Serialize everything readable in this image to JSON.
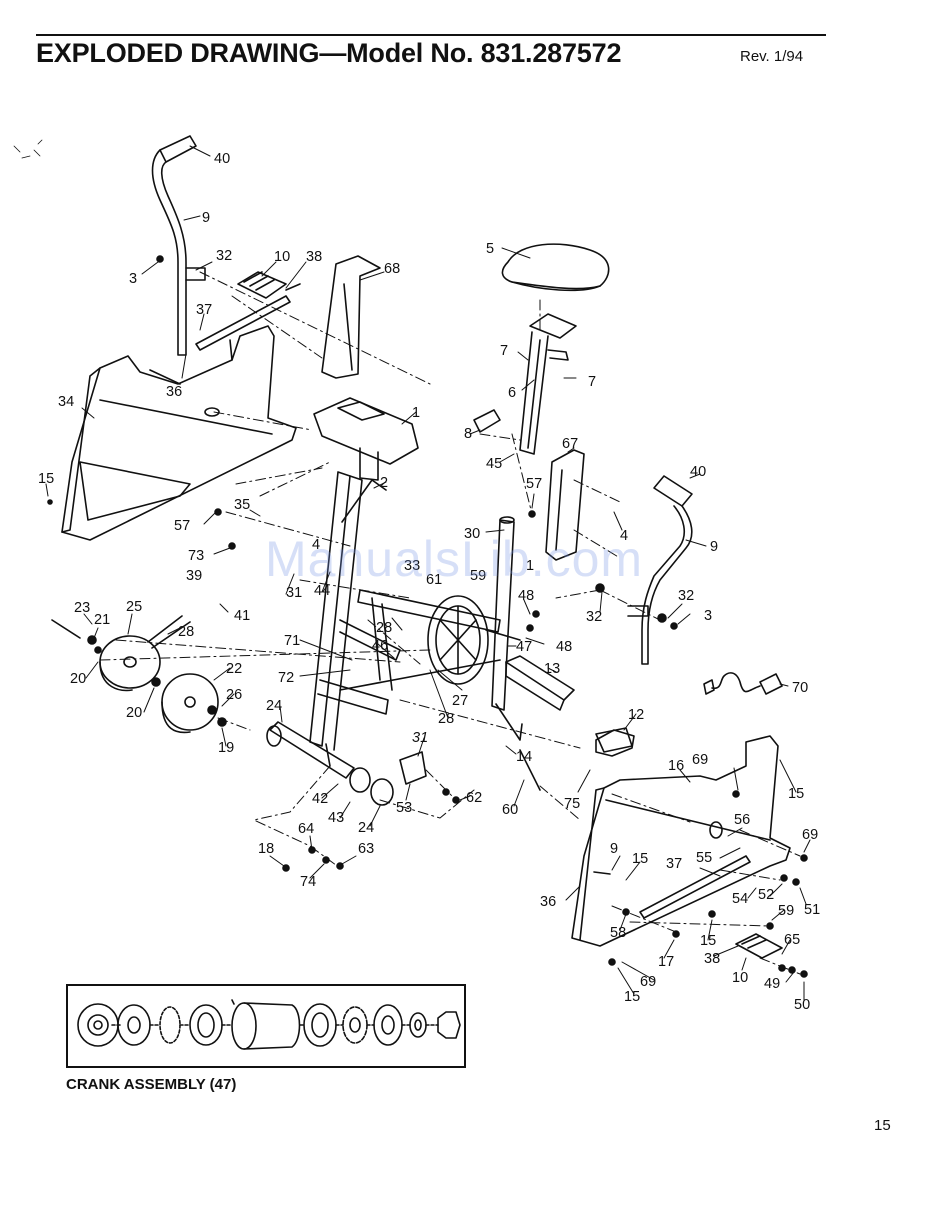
{
  "header": {
    "title": "EXPLODED DRAWING—Model No. 831.287572",
    "revision": "Rev. 1/94"
  },
  "watermark": "ManualsLib.com",
  "callouts": [
    {
      "id": "c40a",
      "text": "40"
    },
    {
      "id": "c9a",
      "text": "9"
    },
    {
      "id": "c32a",
      "text": "32"
    },
    {
      "id": "c10a",
      "text": "10"
    },
    {
      "id": "c38a",
      "text": "38"
    },
    {
      "id": "c3a",
      "text": "3"
    },
    {
      "id": "c37a",
      "text": "37"
    },
    {
      "id": "c36a",
      "text": "36"
    },
    {
      "id": "c34",
      "text": "34"
    },
    {
      "id": "c15a",
      "text": "15"
    },
    {
      "id": "c68",
      "text": "68"
    },
    {
      "id": "c5",
      "text": "5"
    },
    {
      "id": "c7a",
      "text": "7"
    },
    {
      "id": "c7b",
      "text": "7"
    },
    {
      "id": "c6",
      "text": "6"
    },
    {
      "id": "c1a",
      "text": "1"
    },
    {
      "id": "c8",
      "text": "8"
    },
    {
      "id": "c45",
      "text": "45"
    },
    {
      "id": "c67",
      "text": "67"
    },
    {
      "id": "c40b",
      "text": "40"
    },
    {
      "id": "c57a",
      "text": "57"
    },
    {
      "id": "c4a",
      "text": "4"
    },
    {
      "id": "c9b",
      "text": "9"
    },
    {
      "id": "c2",
      "text": "2"
    },
    {
      "id": "c57b",
      "text": "57"
    },
    {
      "id": "c35",
      "text": "35"
    },
    {
      "id": "c4b",
      "text": "4"
    },
    {
      "id": "c30",
      "text": "30"
    },
    {
      "id": "c73",
      "text": "73"
    },
    {
      "id": "c33",
      "text": "33"
    },
    {
      "id": "c61",
      "text": "61"
    },
    {
      "id": "c59a",
      "text": "59"
    },
    {
      "id": "c1b",
      "text": "1"
    },
    {
      "id": "c39",
      "text": "39"
    },
    {
      "id": "c31a",
      "text": "31"
    },
    {
      "id": "c44",
      "text": "44"
    },
    {
      "id": "c48a",
      "text": "48"
    },
    {
      "id": "c32b",
      "text": "32"
    },
    {
      "id": "c32c",
      "text": "32"
    },
    {
      "id": "c3b",
      "text": "3"
    },
    {
      "id": "c23",
      "text": "23"
    },
    {
      "id": "c25",
      "text": "25"
    },
    {
      "id": "c41",
      "text": "41"
    },
    {
      "id": "c21",
      "text": "21"
    },
    {
      "id": "c28a",
      "text": "28"
    },
    {
      "id": "c28b",
      "text": "28"
    },
    {
      "id": "c48b",
      "text": "48"
    },
    {
      "id": "c71",
      "text": "71"
    },
    {
      "id": "c46",
      "text": "46"
    },
    {
      "id": "c47",
      "text": "47"
    },
    {
      "id": "c20a",
      "text": "20"
    },
    {
      "id": "c22",
      "text": "22"
    },
    {
      "id": "c72",
      "text": "72"
    },
    {
      "id": "c13",
      "text": "13"
    },
    {
      "id": "c70",
      "text": "70"
    },
    {
      "id": "c26",
      "text": "26"
    },
    {
      "id": "c20b",
      "text": "20"
    },
    {
      "id": "c27",
      "text": "27"
    },
    {
      "id": "c24a",
      "text": "24"
    },
    {
      "id": "c28c",
      "text": "28"
    },
    {
      "id": "c12",
      "text": "12"
    },
    {
      "id": "c19",
      "text": "19"
    },
    {
      "id": "c31b",
      "text": "31"
    },
    {
      "id": "c14",
      "text": "14"
    },
    {
      "id": "c16",
      "text": "16"
    },
    {
      "id": "c69a",
      "text": "69"
    },
    {
      "id": "c15b",
      "text": "15"
    },
    {
      "id": "c42",
      "text": "42"
    },
    {
      "id": "c62",
      "text": "62"
    },
    {
      "id": "c75",
      "text": "75"
    },
    {
      "id": "c53",
      "text": "53"
    },
    {
      "id": "c60",
      "text": "60"
    },
    {
      "id": "c43",
      "text": "43"
    },
    {
      "id": "c24b",
      "text": "24"
    },
    {
      "id": "c56",
      "text": "56"
    },
    {
      "id": "c64",
      "text": "64"
    },
    {
      "id": "c69b",
      "text": "69"
    },
    {
      "id": "c55",
      "text": "55"
    },
    {
      "id": "c18",
      "text": "18"
    },
    {
      "id": "c63",
      "text": "63"
    },
    {
      "id": "c9c",
      "text": "9"
    },
    {
      "id": "c15c",
      "text": "15"
    },
    {
      "id": "c37b",
      "text": "37"
    },
    {
      "id": "c74",
      "text": "74"
    },
    {
      "id": "c52",
      "text": "52"
    },
    {
      "id": "c54",
      "text": "54"
    },
    {
      "id": "c51",
      "text": "51"
    },
    {
      "id": "c36b",
      "text": "36"
    },
    {
      "id": "c59b",
      "text": "59"
    },
    {
      "id": "c58",
      "text": "58"
    },
    {
      "id": "c15d",
      "text": "15"
    },
    {
      "id": "c65",
      "text": "65"
    },
    {
      "id": "c17",
      "text": "17"
    },
    {
      "id": "c38b",
      "text": "38"
    },
    {
      "id": "c10b",
      "text": "10"
    },
    {
      "id": "c49",
      "text": "49"
    },
    {
      "id": "c69c",
      "text": "69"
    },
    {
      "id": "c50",
      "text": "50"
    },
    {
      "id": "c15e",
      "text": "15"
    }
  ],
  "inset": {
    "caption": "CRANK ASSEMBLY (47)"
  },
  "footer": {
    "page_number": "15"
  }
}
